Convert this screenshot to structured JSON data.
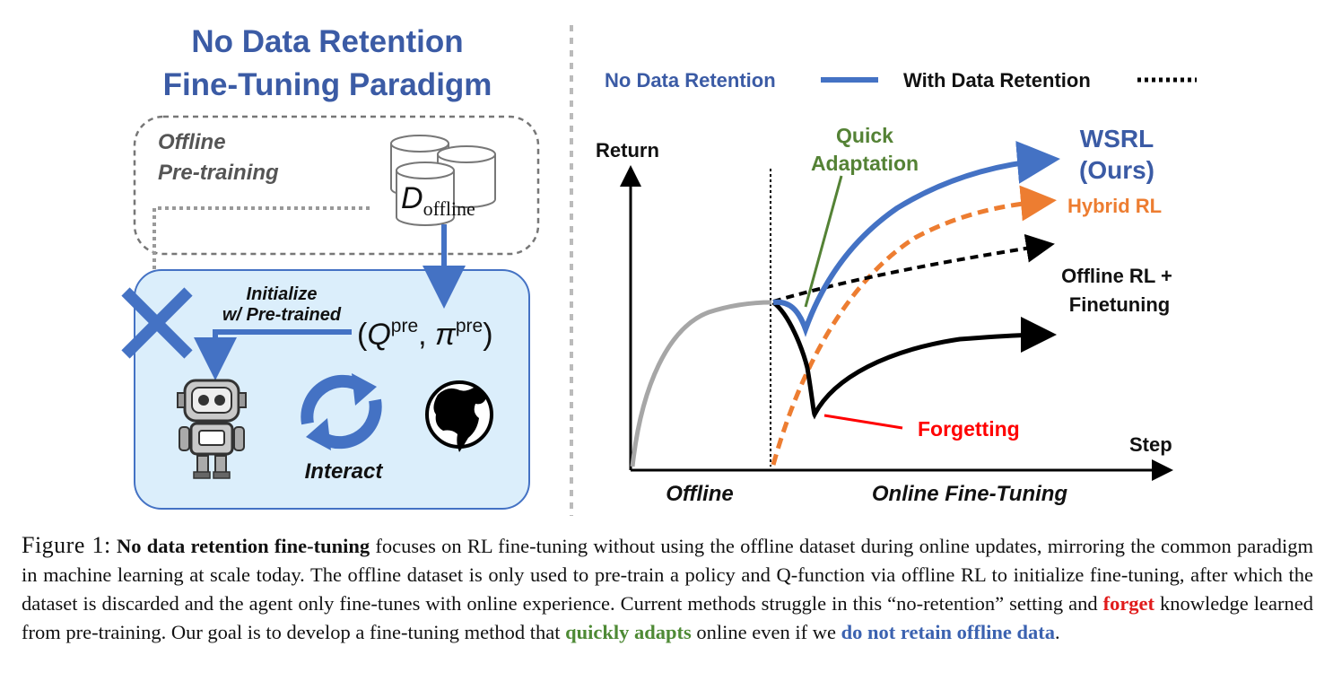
{
  "left_panel": {
    "title_line1": "No Data Retention",
    "title_line2": "Fine-Tuning Paradigm",
    "offline_label_line1": "Offline",
    "offline_label_line2": "Pre-training",
    "dataset_symbol": "D",
    "dataset_subscript": "offline",
    "init_label_line1": "Initialize",
    "init_label_line2": "w/ Pre-trained",
    "pretrained_open": "(",
    "pretrained_q": "Q",
    "pretrained_pi": "π",
    "pretrained_sup": "pre",
    "pretrained_sep": ", ",
    "pretrained_close": ")",
    "interact_label": "Interact"
  },
  "right_panel": {
    "legend_no_retention": "No Data Retention",
    "legend_with_retention": "With Data Retention",
    "y_axis_label": "Return",
    "x_axis_label": "Step",
    "phase_offline": "Offline",
    "phase_online": "Online Fine-Tuning",
    "annot_quick_line1": "Quick",
    "annot_quick_line2": "Adaptation",
    "annot_forgetting": "Forgetting",
    "series_wsrl_line1": "WSRL",
    "series_wsrl_line2": "(Ours)",
    "series_hybrid": "Hybrid RL",
    "series_offline_line1": "Offline RL +",
    "series_offline_line2": "Finetuning"
  },
  "colors": {
    "blue": "#4472c4",
    "title_blue": "#3b5ba5",
    "orange": "#ed7d31",
    "green": "#548235",
    "red": "#ff0000",
    "grey": "#a6a6a6",
    "panel_fill": "#dbeefb"
  },
  "caption": {
    "label": "Figure 1:",
    "bold_lead": "No data retention fine-tuning",
    "part1": " focuses on RL fine-tuning without using the offline dataset during online updates, mirroring the common paradigm in machine learning at scale today. The offline dataset is only used to pre-train a policy and Q-function via offline RL to initialize fine-tuning, after which the dataset is discarded and the agent only fine-tunes with online experience. Current methods struggle in this “no-retention” setting and ",
    "forget": "forget",
    "part2": " knowledge learned from pre-training. Our goal is to develop a fine-tuning method that ",
    "quick": "quickly adapts",
    "part3": " online even if we ",
    "noretain": "do not retain offline data",
    "part4": "."
  }
}
